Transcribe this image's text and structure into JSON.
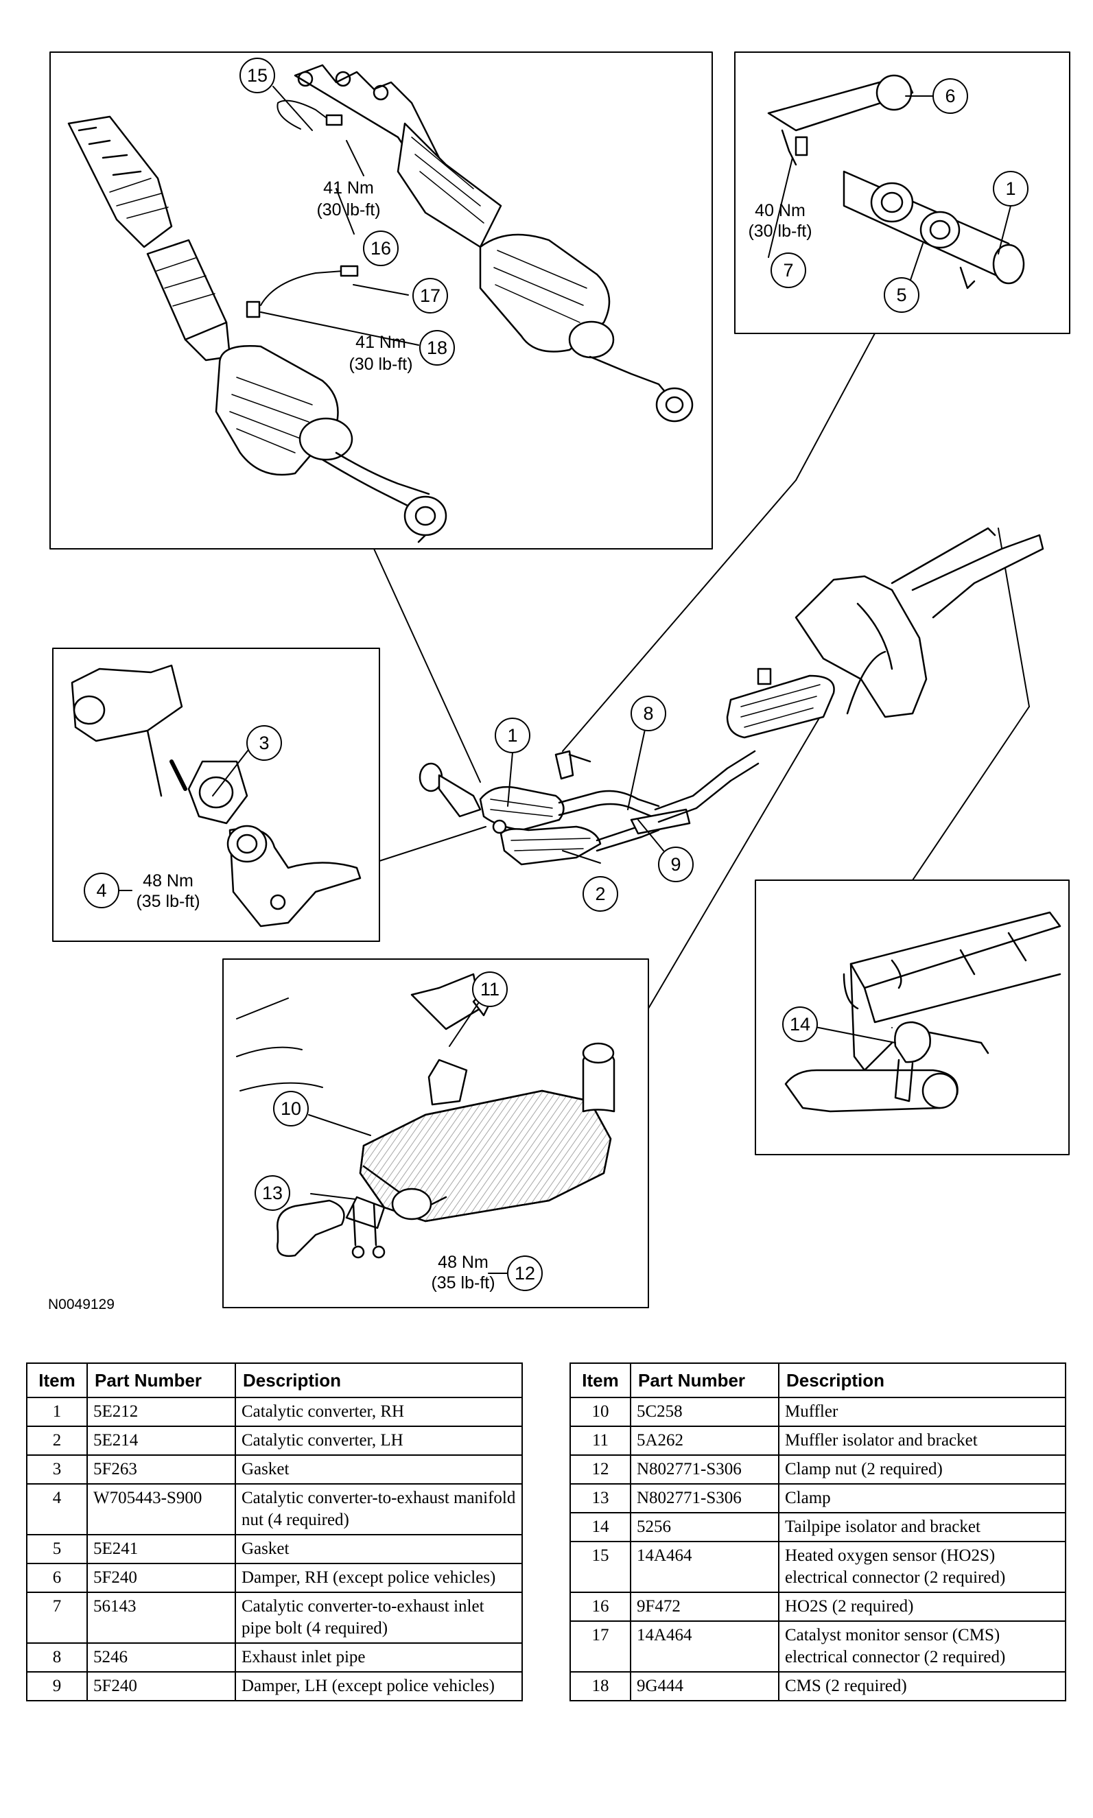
{
  "figure_id": "N0049129",
  "callouts": [
    "1",
    "2",
    "3",
    "4",
    "5",
    "6",
    "7",
    "8",
    "9",
    "10",
    "11",
    "12",
    "13",
    "14",
    "15",
    "16",
    "17",
    "18"
  ],
  "torque_labels": {
    "t_41nm_a": [
      "41 Nm",
      "(30 lb-ft)"
    ],
    "t_41nm_b": [
      "41 Nm",
      "(30 lb-ft)"
    ],
    "t_40nm": [
      "40 Nm",
      "(30 lb-ft)"
    ],
    "t_48nm_a": [
      "48 Nm",
      "(35 lb-ft)"
    ],
    "t_48nm_b": [
      "48 Nm",
      "(35 lb-ft)"
    ]
  },
  "parts_table": {
    "headers": {
      "item": "Item",
      "part_number": "Part Number",
      "description": "Description"
    },
    "left_rows": [
      {
        "item": "1",
        "part_number": "5E212",
        "description": "Catalytic converter, RH"
      },
      {
        "item": "2",
        "part_number": "5E214",
        "description": "Catalytic converter, LH"
      },
      {
        "item": "3",
        "part_number": "5F263",
        "description": "Gasket"
      },
      {
        "item": "4",
        "part_number": "W705443-S900",
        "description": "Catalytic converter-to-exhaust manifold nut (4 required)"
      },
      {
        "item": "5",
        "part_number": "5E241",
        "description": "Gasket"
      },
      {
        "item": "6",
        "part_number": "5F240",
        "description": "Damper, RH (except police vehicles)"
      },
      {
        "item": "7",
        "part_number": "56143",
        "description": "Catalytic converter-to-exhaust inlet pipe bolt (4 required)"
      },
      {
        "item": "8",
        "part_number": "5246",
        "description": "Exhaust inlet pipe"
      },
      {
        "item": "9",
        "part_number": "5F240",
        "description": "Damper, LH (except police vehicles)"
      }
    ],
    "right_rows": [
      {
        "item": "10",
        "part_number": "5C258",
        "description": "Muffler"
      },
      {
        "item": "11",
        "part_number": "5A262",
        "description": "Muffler isolator and bracket"
      },
      {
        "item": "12",
        "part_number": "N802771-S306",
        "description": "Clamp nut (2 required)"
      },
      {
        "item": "13",
        "part_number": "N802771-S306",
        "description": "Clamp"
      },
      {
        "item": "14",
        "part_number": "5256",
        "description": "Tailpipe isolator and bracket"
      },
      {
        "item": "15",
        "part_number": "14A464",
        "description": "Heated oxygen sensor (HO2S) electrical connector (2 required)"
      },
      {
        "item": "16",
        "part_number": "9F472",
        "description": "HO2S (2 required)"
      },
      {
        "item": "17",
        "part_number": "14A464",
        "description": "Catalyst monitor sensor (CMS) electrical connector (2 required)"
      },
      {
        "item": "18",
        "part_number": "9G444",
        "description": "CMS (2 required)"
      }
    ]
  }
}
